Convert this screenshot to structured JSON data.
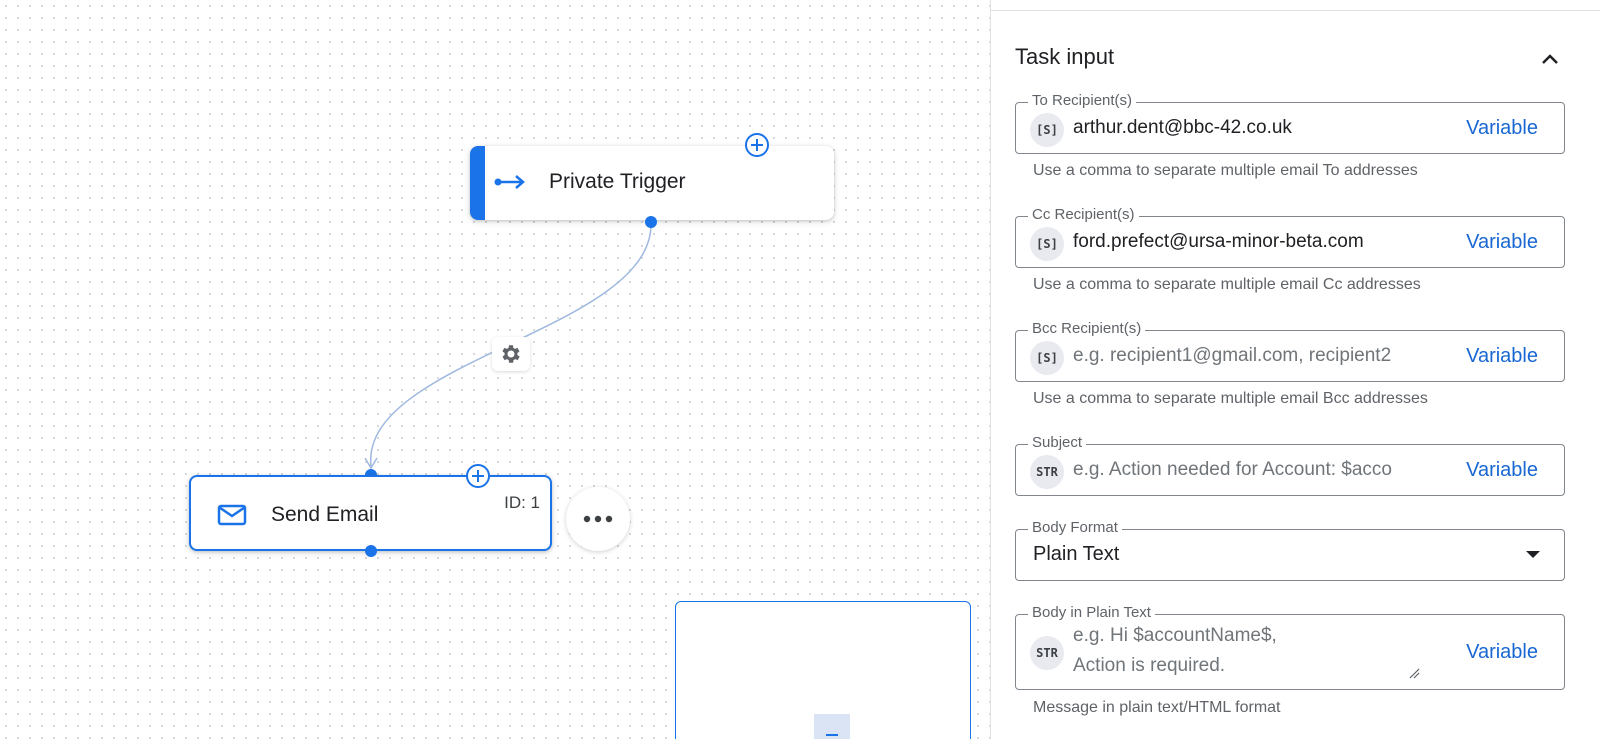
{
  "canvas": {
    "trigger_node": {
      "title": "Private Trigger",
      "icon": "arrow-right-icon"
    },
    "email_node": {
      "title": "Send Email",
      "id_label": "ID: 1",
      "icon": "mail-icon"
    },
    "edge_icon": "gear-icon",
    "more_icon": "more-horiz-icon"
  },
  "panel": {
    "title": "Task input",
    "collapse_icon": "chevron-up-icon",
    "variable_label": "Variable",
    "fields": {
      "to": {
        "label": "To Recipient(s)",
        "type_chip": "[S]",
        "value": "arthur.dent@bbc-42.co.uk",
        "placeholder": "",
        "helper": "Use a comma to separate multiple email To addresses"
      },
      "cc": {
        "label": "Cc Recipient(s)",
        "type_chip": "[S]",
        "value": "ford.prefect@ursa-minor-beta.com",
        "placeholder": "",
        "helper": "Use a comma to separate multiple email Cc addresses"
      },
      "bcc": {
        "label": "Bcc Recipient(s)",
        "type_chip": "[S]",
        "value": "",
        "placeholder": "e.g. recipient1@gmail.com, recipient2",
        "helper": "Use a comma to separate multiple email Bcc addresses"
      },
      "subject": {
        "label": "Subject",
        "type_chip": "STR",
        "value": "",
        "placeholder": "e.g. Action needed for Account: $acco"
      },
      "body_format": {
        "label": "Body Format",
        "value": "Plain Text"
      },
      "body_plain": {
        "label": "Body in Plain Text",
        "type_chip": "STR",
        "value": "",
        "placeholder": "e.g. Hi $accountName$,\nAction is required.",
        "helper": "Message in plain text/HTML format"
      }
    }
  },
  "colors": {
    "accent": "#1a73e8",
    "link": "#1967d2",
    "border": "#80868b",
    "helper_text": "#5f6368"
  }
}
